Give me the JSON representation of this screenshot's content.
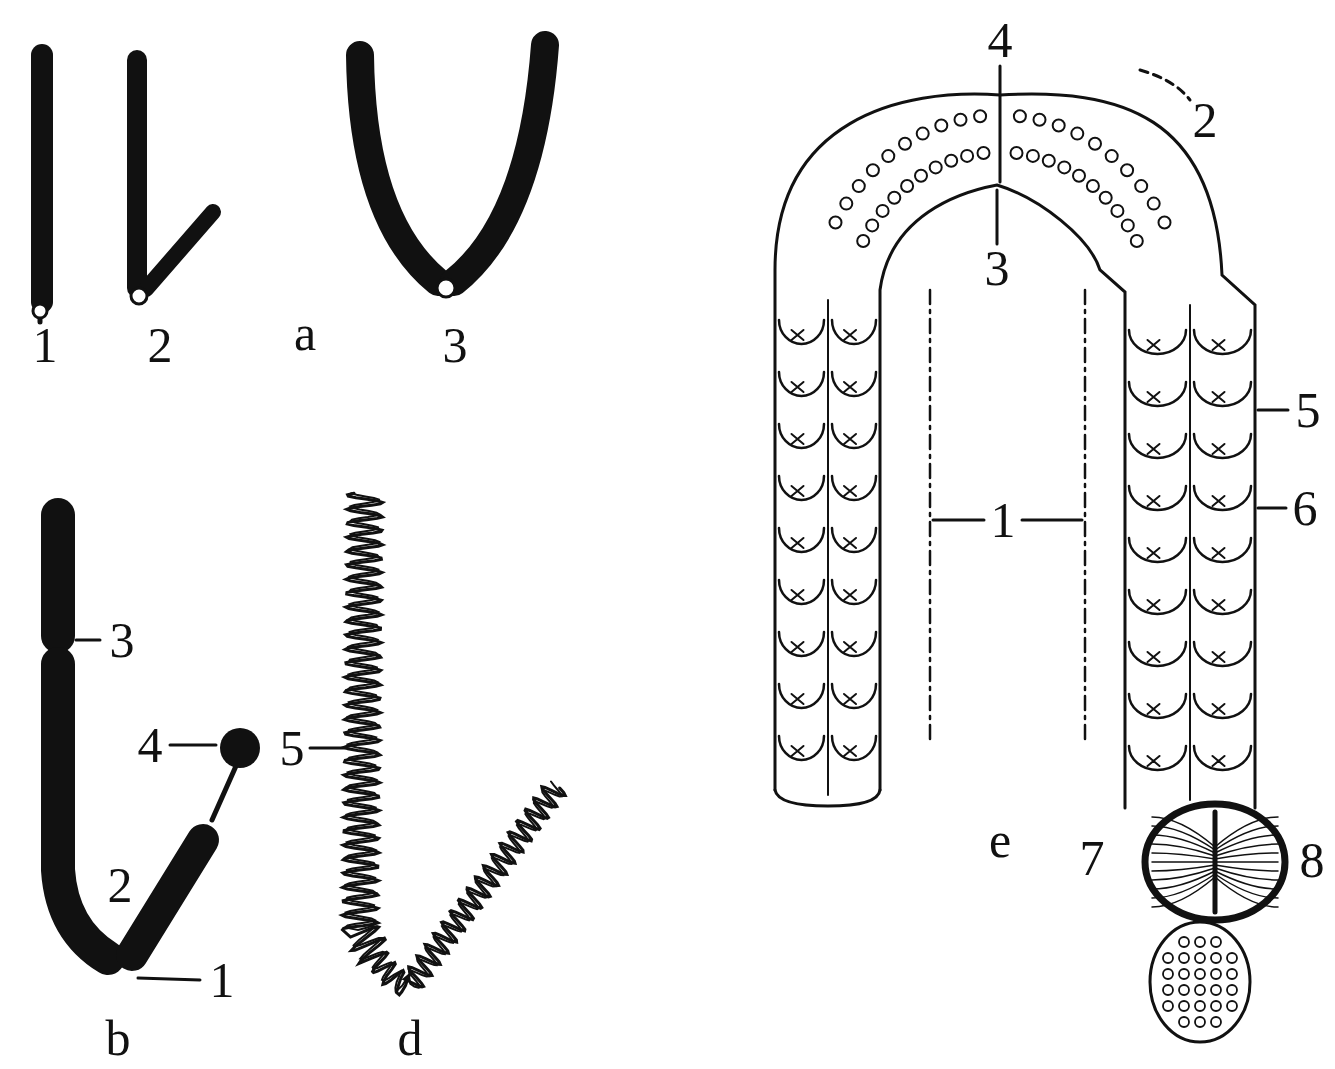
{
  "diagram": {
    "labels": [
      "1",
      "2",
      "a",
      "3",
      "3",
      "4",
      "2",
      "1",
      "b",
      "5",
      "d",
      "4",
      "2",
      "3",
      "1",
      "5",
      "6",
      "e",
      "7",
      "8"
    ]
  }
}
